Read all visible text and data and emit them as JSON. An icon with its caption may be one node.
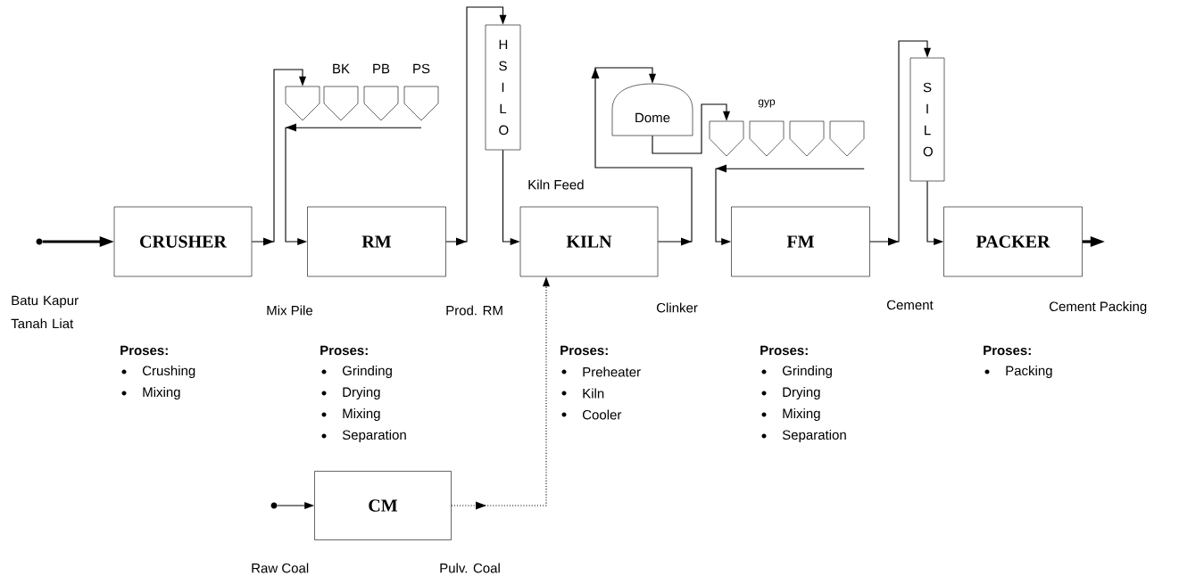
{
  "diagram": {
    "nodes": [
      {
        "text": [],
        "shape": "circle"
      },
      {
        "text": [
          "CRUSHER"
        ],
        "beside": [
          "Proses:",
          "Crushing",
          "Mixing"
        ]
      },
      {
        "text": [
          "RM"
        ],
        "beside": [
          "Proses:",
          "Grinding",
          "Drying",
          "Mixing",
          "Separation"
        ]
      },
      {
        "text": [
          "H S I L O"
        ]
      },
      {
        "text": [
          "KILN"
        ],
        "beside": [
          "Proses:",
          "Preheater",
          "Kiln",
          "Cooler"
        ]
      },
      {
        "text": [
          "FM"
        ],
        "beside": [
          "Proses:",
          "Grinding",
          "Drying",
          "Mixing",
          "Separation"
        ]
      },
      {
        "text": [
          "S I L O"
        ]
      },
      {
        "text": [
          "PACKER"
        ],
        "beside": [
          "Proses:",
          "Packing"
        ]
      },
      {
        "text": [
          "CM"
        ]
      },
      {
        "text": [],
        "shape": "circle"
      },
      {
        "text": [],
        "shape": "hopper"
      },
      {
        "text": [
          "BK"
        ]
      },
      {
        "text": [
          "PB"
        ]
      },
      {
        "text": [
          "PS"
        ]
      },
      {
        "text": [
          "Dome"
        ]
      },
      {
        "text": [],
        "shape": "hopper"
      },
      {
        "text": [
          "gyp"
        ]
      },
      {
        "text": [],
        "shape": "hopper"
      },
      {
        "text": [],
        "shape": "hopper"
      }
    ],
    "edges": [
      {
        "from": 0,
        "to": 1,
        "arrow": "to",
        "style": "thick"
      },
      {
        "from": 1,
        "to": 10,
        "arrow": "to"
      },
      {
        "from": 13,
        "to": 2,
        "arrow": "to"
      },
      {
        "from": 2,
        "to": 3,
        "arrow": "to"
      },
      {
        "from": 3,
        "to": 4,
        "arrow": "to"
      },
      {
        "from": 4,
        "to": 14,
        "arrow": "to"
      },
      {
        "from": 14,
        "to": 15,
        "arrow": "to"
      },
      {
        "from": 18,
        "to": 5,
        "arrow": "to"
      },
      {
        "from": 5,
        "to": 6,
        "arrow": "to"
      },
      {
        "from": 6,
        "to": 7,
        "arrow": "to"
      },
      {
        "from": 7,
        "to": null,
        "arrow": "to",
        "style": "thick"
      },
      {
        "from": 9,
        "to": 8,
        "arrow": "to"
      },
      {
        "from": 8,
        "to": 4,
        "arrow": "to",
        "style": "dashed"
      }
    ],
    "labels": [
      "Batu Kapur Tanah Liat",
      "Mix Pile",
      "Prod. RM",
      "Kiln Feed",
      "Clinker",
      "Cement",
      "Cement Packing",
      "Raw Coal",
      "Pulv. Coal"
    ]
  }
}
